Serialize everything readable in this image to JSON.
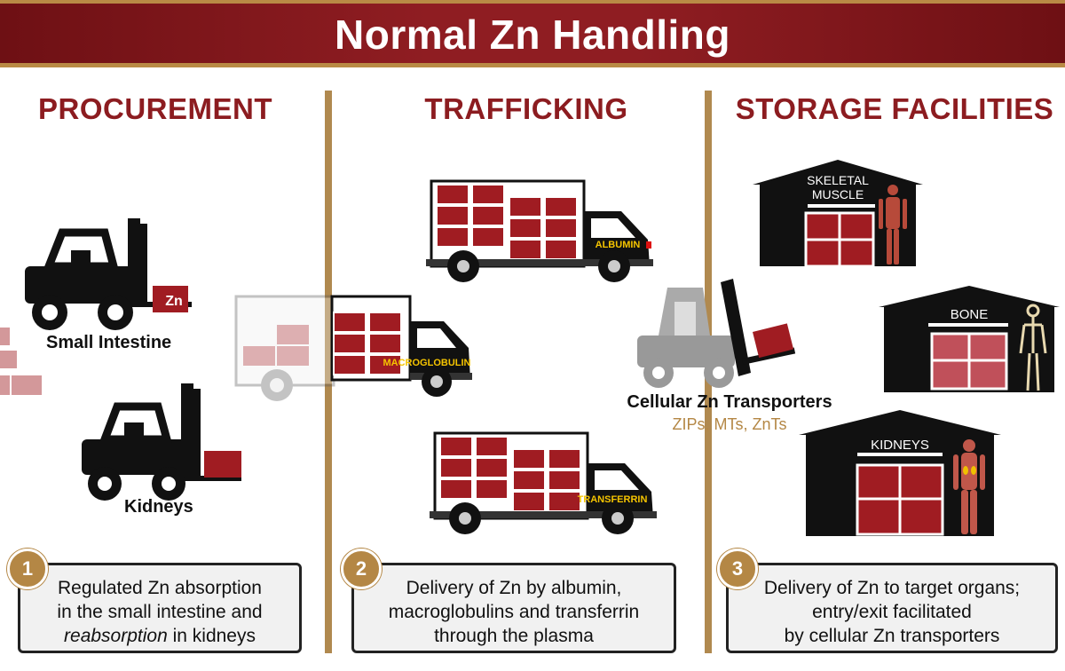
{
  "title": "Normal Zn Handling",
  "sections": [
    {
      "heading": "PROCUREMENT",
      "step": "1"
    },
    {
      "heading": "TRAFFICKING",
      "step": "2"
    },
    {
      "heading": "STORAGE FACILITIES",
      "step": "3"
    }
  ],
  "procurement": {
    "forklift_small_intestine_label": "Small Intestine",
    "forklift_kidneys_label": "Kidneys",
    "zn_box_label": "Zn",
    "caption_line1": "Regulated Zn absorption",
    "caption_line2": "in the small intestine and",
    "caption_line3_em": "reabsorption",
    "caption_line3_rest": " in kidneys"
  },
  "trafficking": {
    "truck_albumin": "ALBUMIN",
    "truck_macroglobulin": "MACROGLOBULIN",
    "truck_transferrin": "TRANSFERRIN",
    "caption_line1": "Delivery of Zn by albumin,",
    "caption_line2": "macroglobulins and transferrin",
    "caption_line3": "through the plasma"
  },
  "storage": {
    "transporter_title": "Cellular Zn Transporters",
    "transporter_subtitle": "ZIPs, MTs, ZnTs",
    "warehouse_muscle_line1": "SKELETAL",
    "warehouse_muscle_line2": "MUSCLE",
    "warehouse_bone": "BONE",
    "warehouse_kidneys": "KIDNEYS",
    "caption_line1": "Delivery of Zn to target organs;",
    "caption_line2": "entry/exit facilitated",
    "caption_line3": "by cellular Zn transporters"
  },
  "colors": {
    "banner": "#8f1d22",
    "accent_gold": "#b0894f",
    "heading_red": "#8c1c20",
    "box_red": "#a01c22",
    "label_yellow": "#f5c400"
  }
}
